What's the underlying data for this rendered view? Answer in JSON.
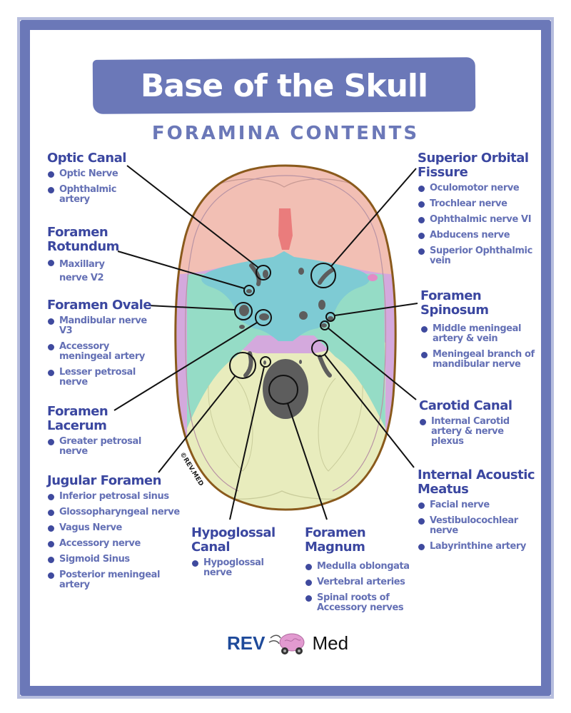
{
  "header": {
    "title": "Base of the Skull",
    "subtitle": "FORAMINA CONTENTS"
  },
  "colors": {
    "frame": "#6b78b8",
    "heading": "#3b47a0",
    "item_text": "#6470b5",
    "bullet": "#3f4a9e",
    "frontal_bone": "#f2bfb4",
    "sphenoid_bone": "#7ecbd4",
    "temporal_bone": "#95dcc6",
    "occipital_bone": "#e8ecbd",
    "parietal_bone": "#d4a9dd",
    "foramen": "#5d5d5d",
    "skull_outline": "#8a5a1c"
  },
  "labels": {
    "optic_canal": {
      "title": "Optic Canal",
      "items": [
        "Optic Nerve",
        "Ophthalmic artery"
      ]
    },
    "foramen_rotundum": {
      "title": "Foramen Rotundum",
      "items": [
        "Maxillary nerve V2"
      ]
    },
    "foramen_ovale": {
      "title": "Foramen Ovale",
      "items": [
        "Mandibular nerve V3",
        "Accessory meningeal artery",
        "Lesser petrosal nerve"
      ]
    },
    "foramen_lacerum": {
      "title": "Foramen Lacerum",
      "items": [
        "Greater petrosal nerve"
      ]
    },
    "jugular_foramen": {
      "title": "Jugular Foramen",
      "items": [
        "Inferior petrosal sinus",
        "Glossopharyngeal nerve",
        "Vagus Nerve",
        "Accessory nerve",
        "Sigmoid Sinus",
        "Posterior meningeal artery"
      ]
    },
    "hypoglossal_canal": {
      "title": "Hypoglossal Canal",
      "items": [
        "Hypoglossal nerve"
      ]
    },
    "foramen_magnum": {
      "title": "Foramen Magnum",
      "items": [
        "Medulla oblongata",
        "Vertebral arteries",
        "Spinal roots of Accessory nerves"
      ]
    },
    "superior_orbital_fissure": {
      "title": "Superior Orbital Fissure",
      "items": [
        "Oculomotor nerve",
        "Trochlear nerve",
        "Ophthalmic nerve VI",
        "Abducens nerve",
        "Superior Ophthalmic vein"
      ]
    },
    "foramen_spinosum": {
      "title": "Foramen Spinosum",
      "items": [
        "Middle meningeal artery & vein",
        "Meningeal branch of mandibular nerve"
      ]
    },
    "carotid_canal": {
      "title": "Carotid Canal",
      "items": [
        "Internal Carotid artery & nerve plexus"
      ]
    },
    "internal_acoustic_meatus": {
      "title": "Internal Acoustic Meatus",
      "items": [
        "Facial nerve",
        "Vestibulocochlear nerve",
        "Labyrinthine artery"
      ]
    }
  },
  "watermark": "©REV.MED",
  "logo": {
    "left": "REV",
    "right": "Med"
  }
}
